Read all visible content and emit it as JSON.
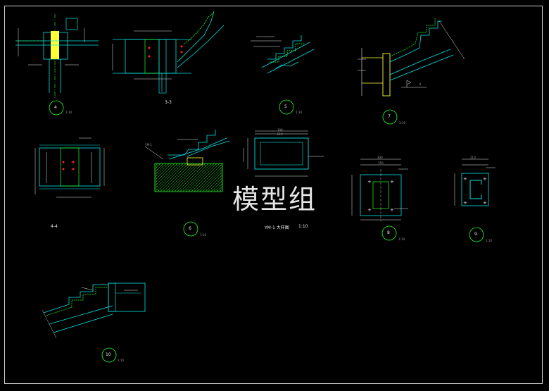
{
  "watermark": "模型组",
  "details": {
    "d4_num": "4",
    "d4_scale": "1:10",
    "d33_title": "3-3",
    "d5_num": "5",
    "d5_scale": "1:10",
    "d7_num": "7",
    "d7_scale": "1:10",
    "d44_title": "4-4",
    "d6_num": "6",
    "d6_scale": "1:10",
    "ym1_title": "YM-1 大样图",
    "ym1_scale": "1:10",
    "d8_num": "8",
    "d8_scale": "1:10",
    "d9_num": "9",
    "d9_scale": "1:10",
    "d10_num": "10",
    "d10_scale": "1:10"
  },
  "callouts": {
    "ym1": "YM-1",
    "bar8": "8",
    "dim_190": "190",
    "dim_610": "610",
    "dim_300": "300",
    "dim_150": "150",
    "dim_210": "210"
  },
  "colors": {
    "background": "#000000",
    "cyan": "#00e5e5",
    "green": "#22ff22",
    "yellow": "#ffff33",
    "red": "#ff2222",
    "white": "#ffffff"
  }
}
